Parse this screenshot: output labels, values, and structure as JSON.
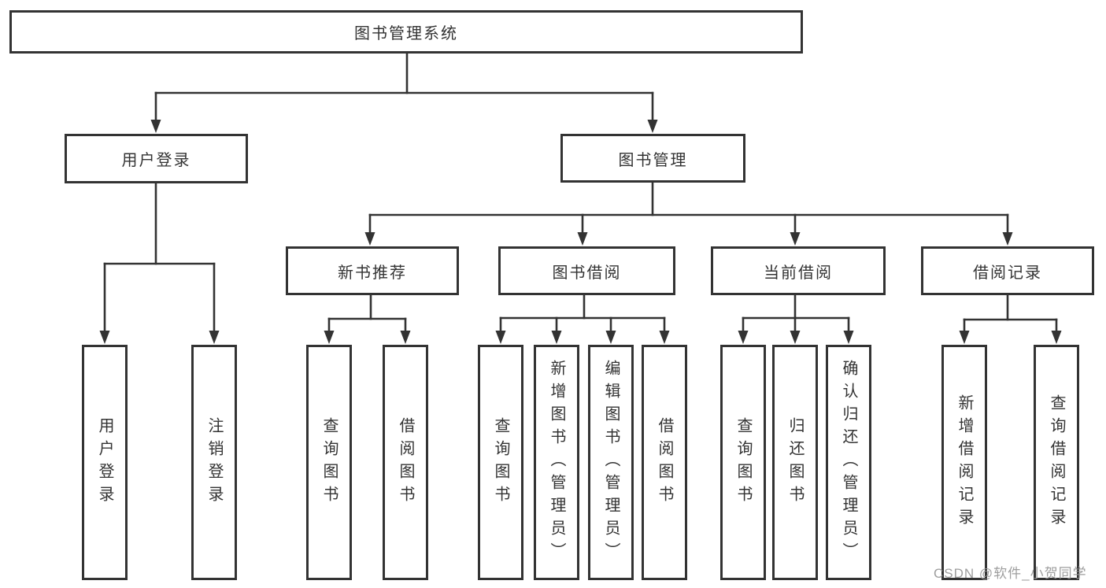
{
  "colors": {
    "line": "#333333",
    "border": "#333333",
    "text": "#333333",
    "watermark": "#969696",
    "background": "#ffffff"
  },
  "watermark": "CSDN @软件_小贺同学",
  "tree": {
    "label": "图书管理系统",
    "children": [
      {
        "label": "用户登录",
        "children": [
          {
            "label": "用户登录"
          },
          {
            "label": "注销登录"
          }
        ]
      },
      {
        "label": "图书管理",
        "children": [
          {
            "label": "新书推荐",
            "children": [
              {
                "label": "查询图书"
              },
              {
                "label": "借阅图书"
              }
            ]
          },
          {
            "label": "图书借阅",
            "children": [
              {
                "label": "查询图书"
              },
              {
                "label": "新增图书（管理员）"
              },
              {
                "label": "编辑图书（管理员）"
              },
              {
                "label": "借阅图书"
              }
            ]
          },
          {
            "label": "当前借阅",
            "children": [
              {
                "label": "查询图书"
              },
              {
                "label": "归还图书"
              },
              {
                "label": "确认归还（管理员）"
              }
            ]
          },
          {
            "label": "借阅记录",
            "children": [
              {
                "label": "新增借阅记录"
              },
              {
                "label": "查询借阅记录"
              }
            ]
          }
        ]
      }
    ]
  }
}
